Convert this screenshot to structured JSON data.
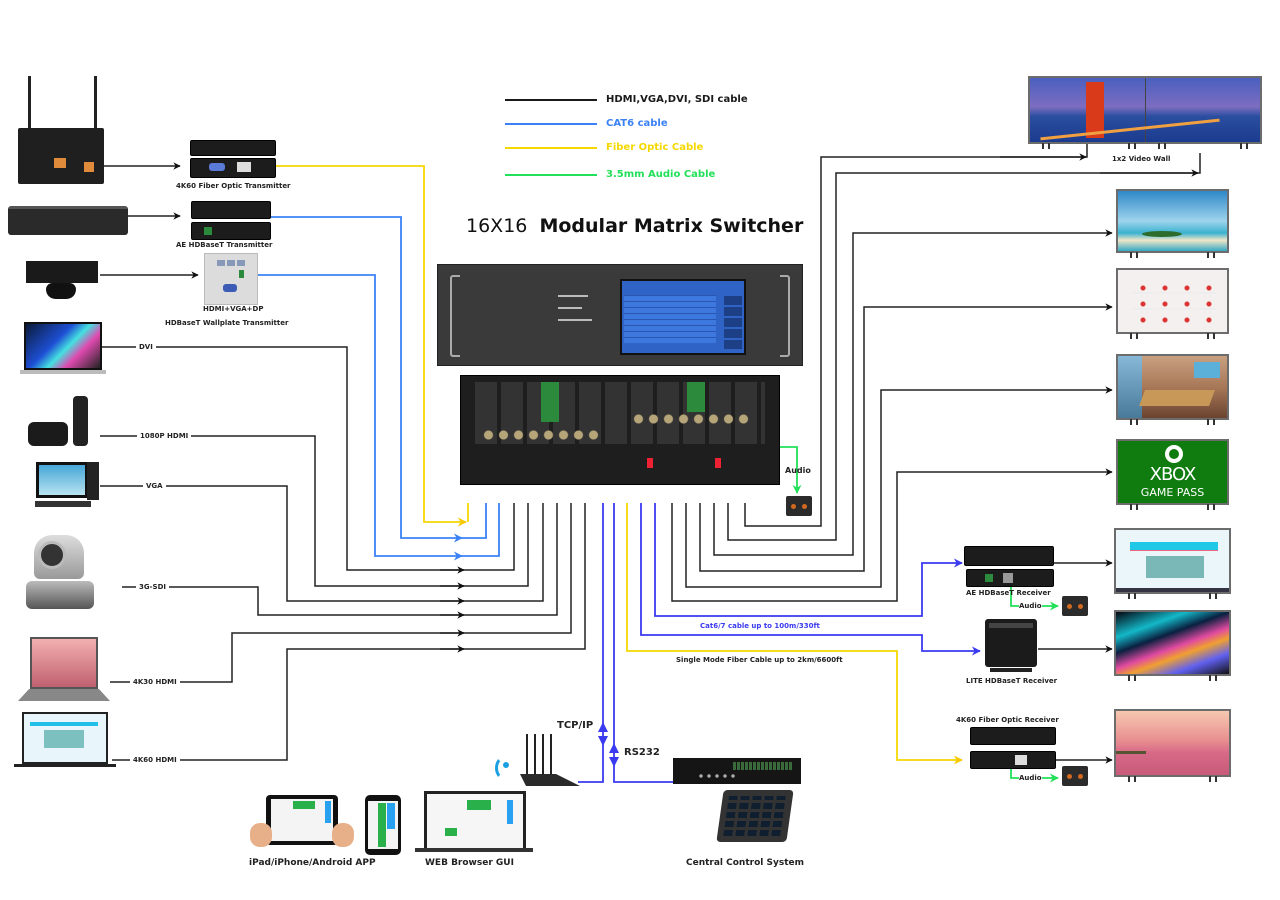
{
  "title": {
    "prefix": "16X16",
    "main": "Modular Matrix Switcher"
  },
  "legend": [
    {
      "label": "HDMI,VGA,DVI, SDI cable",
      "color": "#1a1a1a"
    },
    {
      "label": "CAT6 cable",
      "color": "#3b82f6"
    },
    {
      "label": "Fiber Optic Cable",
      "color": "#f5d800"
    },
    {
      "label": "3.5mm Audio Cable",
      "color": "#22e05a"
    }
  ],
  "colors": {
    "hdmi": "#1a1a1a",
    "cat6": "#3b82f6",
    "cat6_dark": "#3a3af0",
    "fiber": "#f5d800",
    "audio": "#22e05a",
    "xbox_green": "#107c10"
  },
  "inputs": {
    "transmitters": [
      {
        "label": "4K60 Fiber Optic Transmitter",
        "source": "AV receiver / wireless streamer",
        "cable": "fiber"
      },
      {
        "label": "AE HDBaseT Transmitter",
        "source": "Blu-ray player",
        "cable": "cat6"
      },
      {
        "label": "HDBaseT Wallplate Transmitter",
        "sublabel": "HDMI+VGA+DP",
        "source": "Game console",
        "cable": "cat6"
      }
    ],
    "direct": [
      {
        "label": "DVI",
        "source": "Laptop"
      },
      {
        "label": "1080P HDMI",
        "source": "Streaming box"
      },
      {
        "label": "VGA",
        "source": "Desktop PC"
      },
      {
        "label": "3G-SDI",
        "source": "PTZ camera"
      },
      {
        "label": "4K30 HDMI",
        "source": "Laptop"
      },
      {
        "label": "4K60 HDMI",
        "source": "Laptop"
      }
    ]
  },
  "outputs": {
    "video_wall_label": "1x2 Video Wall",
    "displays": [
      "Beach display",
      "Digital signage display",
      "Conference room display",
      "XBOX display",
      "Presentation display",
      "Abstract display",
      "Sunset display"
    ],
    "xbox_line1": "XBOX",
    "xbox_line2": "GAME PASS",
    "receivers": [
      {
        "label": "AE HDBaseT Receiver",
        "cable": "cat6"
      },
      {
        "label": "LITE HDBaseT Receiver",
        "cable": "cat6"
      },
      {
        "label": "4K60 Fiber Optic Receiver",
        "cable": "fiber"
      }
    ],
    "audio_label": "Audio",
    "cat6_note": "Cat6/7 cable up to 100m/330ft",
    "fiber_note": "Single Mode Fiber Cable up to 2km/6600ft"
  },
  "control": {
    "tcp_label": "TCP/IP",
    "rs232_label": "RS232",
    "app_label": "iPad/iPhone/Android APP",
    "web_label": "WEB Browser GUI",
    "central_label": "Central Control System"
  }
}
